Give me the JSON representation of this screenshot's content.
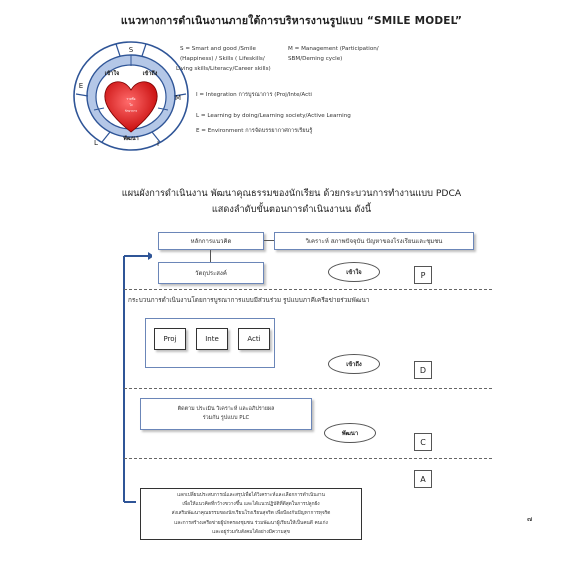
{
  "title": "แนวทางการดำเนินงานภายใต้การบริหารงานรูปแบบ  “SMILE   MODEL”",
  "wheel": {
    "outer_letters": [
      "S",
      "M",
      "I",
      "L",
      "E"
    ],
    "inner_labels": [
      "เข้าใจ",
      "เข้าถึง",
      "พัฒนา"
    ],
    "heart_text": [
      "รายชื่อ",
      "ใจ",
      "รักษาการ"
    ]
  },
  "legend": {
    "s_line1": "S = Smart  and  good /Smile",
    "s_line2": "(Happiness) / Skills ( Lifeskills/",
    "s_line3": "Living  skills/Literacy/Career  skills)",
    "m_line1": "M = Management  (Participation/",
    "m_line2": "SBM/Deming  cycle)",
    "i_line": "I  =  Integration  การบูรณาการ (Proj/Inte/Acti",
    "l_line": "L  =  Learning  by  doing/Learning  society/Active  Learning",
    "e_line": "E  =  Environment  การจัดบรรยากาศการเรียนรู้"
  },
  "subtitle": {
    "line1": "แผนผังการดำเนินงาน  พัฒนาคุณธรรมของนักเรียน  ด้วยกระบวนการทำงานแบบ  PDCA",
    "line2": "แสดงลำดับขั้นตอนการดำเนินงานน  ดังนี้"
  },
  "flow": {
    "principle": "หลักการแนวคิด",
    "analysis": "วิเคราะห์  สภาพปัจจุบัน  ปัญหาของโรงเรียนและชุมชน",
    "objective": "วัตถุประสงค์",
    "understand": "เข้าใจ",
    "p": "P",
    "process_text": "กระบวนการดำเนินงานโดยการบูรณาการแบบมีส่วนร่วม  รูปแบบภาคีเครือข่ายร่วมพัฒนา",
    "proj": "Proj",
    "inte": "Inte",
    "acti": "Acti",
    "access": "เข้าถึง",
    "d": "D",
    "follow_line1": "ติดตาม  ประเมิน  วิเคราะห์  และอภิปรายผล",
    "follow_line2": "ร่วมกัน  รูปแบบ  PLC",
    "develop": "พัฒนา",
    "c": "C",
    "a": "A",
    "final_line1": "แลกเปลี่ยนประสบการณ์และสรุปเพื่อได้วิเคราะห์และเลือกการดำเนินงาน",
    "final_line2": "เพื่อให้แนวคิดที่กว้างขวางขึ้น  และได้แนวปฏิบัติที่ดีสุดในการปลูกฝัง",
    "final_line3": "ส่งเสริมพัฒนาคุณธรรมของนักเรียนโรงเรียนสุจริต  เพื่อป้องกันปัญหาการทุจริต",
    "final_line4": "และการสร้างเครือข่ายผู้ปกครองชุมชน  ร่วมพัฒนาผู้เรียนให้เป็นคนดี  คนเก่ง",
    "final_line5": "และอยู่ร่วมกับสังคมได้อย่างมีความสุข"
  },
  "page_number": "๗",
  "colors": {
    "ring_outer": "#2f5597",
    "ring_inner": "#b4c7e7",
    "heart": "#e01b1b",
    "box_border": "#6b86b8"
  }
}
